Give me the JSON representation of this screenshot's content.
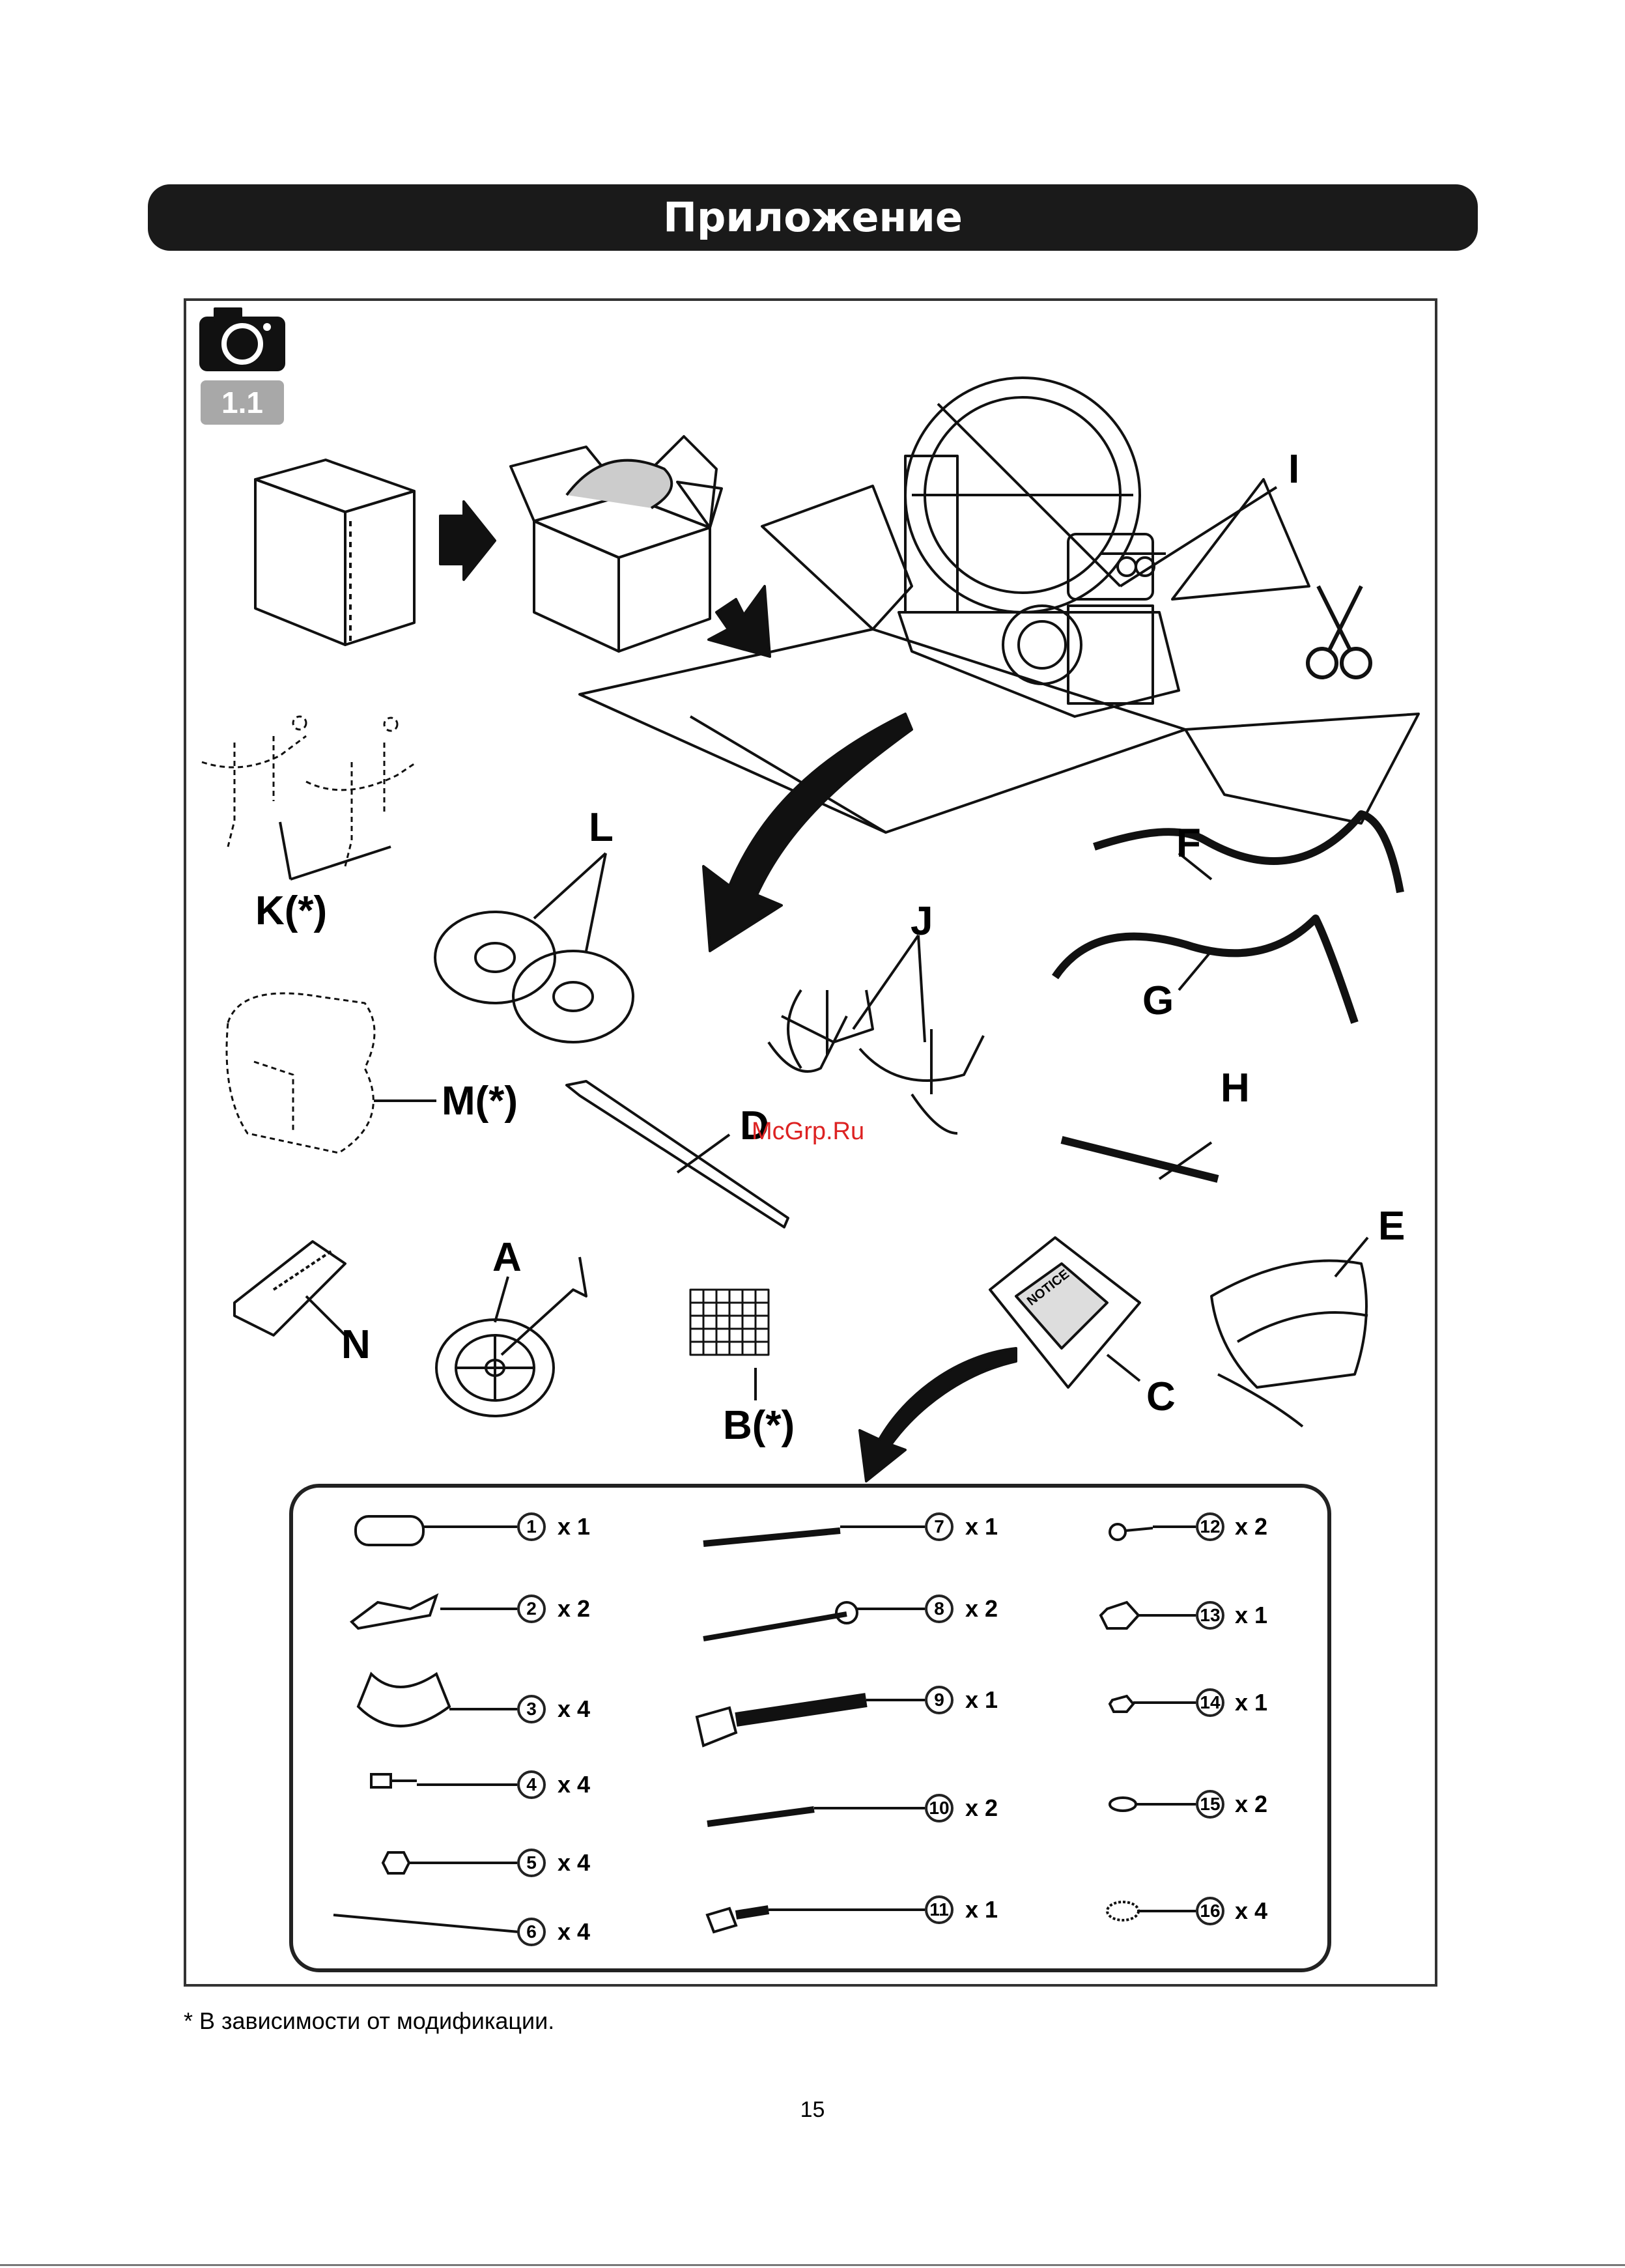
{
  "header": {
    "title": "Приложение"
  },
  "figure": {
    "badge": "1.1",
    "watermark": "McGrp.Ru",
    "component_labels": {
      "I": "I",
      "K": "K(*)",
      "L": "L",
      "F": "F",
      "G": "G",
      "J": "J",
      "M": "M(*)",
      "D": "D",
      "H": "H",
      "E": "E",
      "N": "N",
      "A": "A",
      "B": "B(*)",
      "C": "C"
    },
    "notice_text": "NOTICE",
    "parts": [
      {
        "num": "1",
        "qty": "x 1"
      },
      {
        "num": "2",
        "qty": "x 2"
      },
      {
        "num": "3",
        "qty": "x 4"
      },
      {
        "num": "4",
        "qty": "x 4"
      },
      {
        "num": "5",
        "qty": "x 4"
      },
      {
        "num": "6",
        "qty": "x 4"
      },
      {
        "num": "7",
        "qty": "x 1"
      },
      {
        "num": "8",
        "qty": "x 2"
      },
      {
        "num": "9",
        "qty": "x 1"
      },
      {
        "num": "10",
        "qty": "x 2"
      },
      {
        "num": "11",
        "qty": "x 1"
      },
      {
        "num": "12",
        "qty": "x 2"
      },
      {
        "num": "13",
        "qty": "x 1"
      },
      {
        "num": "14",
        "qty": "x 1"
      },
      {
        "num": "15",
        "qty": "x 2"
      },
      {
        "num": "16",
        "qty": "x 4"
      }
    ]
  },
  "footnote": "* В зависимости от модификации.",
  "page_number": "15"
}
